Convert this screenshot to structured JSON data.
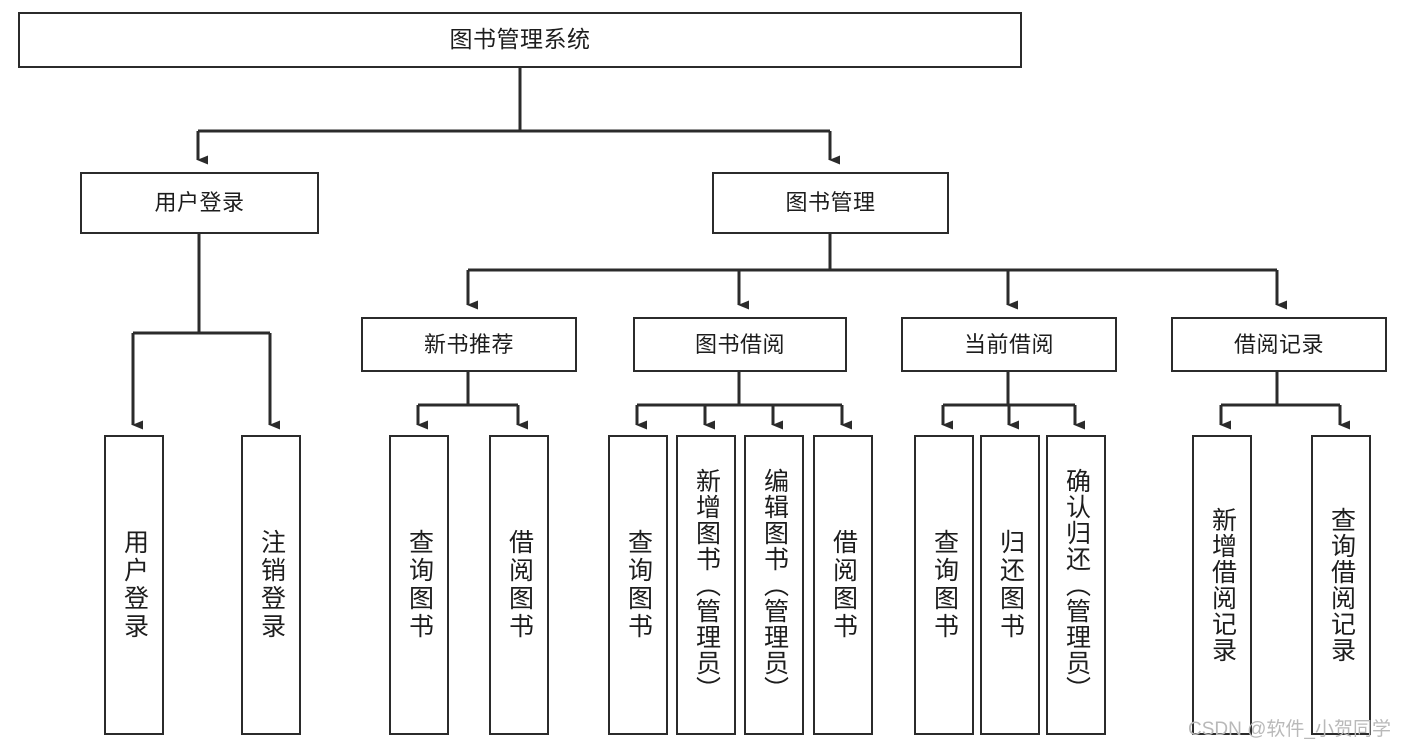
{
  "diagram": {
    "type": "tree-hierarchy-chart",
    "title": "图书管理系统",
    "watermark": "CSDN @软件_小贺同学",
    "colors": {
      "stroke": "#2b2b2b",
      "fill": "#ffffff",
      "text": "#1d1d1d",
      "watermark": "#b9b9b9"
    },
    "nodes": {
      "root": {
        "label": "图书管理系统"
      },
      "level1": [
        {
          "id": "user-login",
          "label": "用户登录"
        },
        {
          "id": "book-manage",
          "label": "图书管理"
        }
      ],
      "level2": [
        {
          "id": "new-book-recommend",
          "label": "新书推荐"
        },
        {
          "id": "book-borrow",
          "label": "图书借阅"
        },
        {
          "id": "current-borrow",
          "label": "当前借阅"
        },
        {
          "id": "borrow-record",
          "label": "借阅记录"
        }
      ],
      "leaves": {
        "user_login": [
          {
            "id": "leaf-user-login",
            "label": "用户登录"
          },
          {
            "id": "leaf-user-logout",
            "label": "注销登录"
          }
        ],
        "new_book_recommend": [
          {
            "id": "leaf-query-book-1",
            "label": "查询图书"
          },
          {
            "id": "leaf-borrow-book-1",
            "label": "借阅图书"
          }
        ],
        "book_borrow": [
          {
            "id": "leaf-query-book-2",
            "label": "查询图书"
          },
          {
            "id": "leaf-add-book",
            "label": "新增图书（管理员）"
          },
          {
            "id": "leaf-edit-book",
            "label": "编辑图书（管理员）"
          },
          {
            "id": "leaf-borrow-book-2",
            "label": "借阅图书"
          }
        ],
        "current_borrow": [
          {
            "id": "leaf-query-book-3",
            "label": "查询图书"
          },
          {
            "id": "leaf-return-book",
            "label": "归还图书"
          },
          {
            "id": "leaf-confirm-return",
            "label": "确认归还（管理员）"
          }
        ],
        "borrow_record": [
          {
            "id": "leaf-add-record",
            "label": "新增借阅记录"
          },
          {
            "id": "leaf-query-record",
            "label": "查询借阅记录"
          }
        ]
      }
    }
  }
}
